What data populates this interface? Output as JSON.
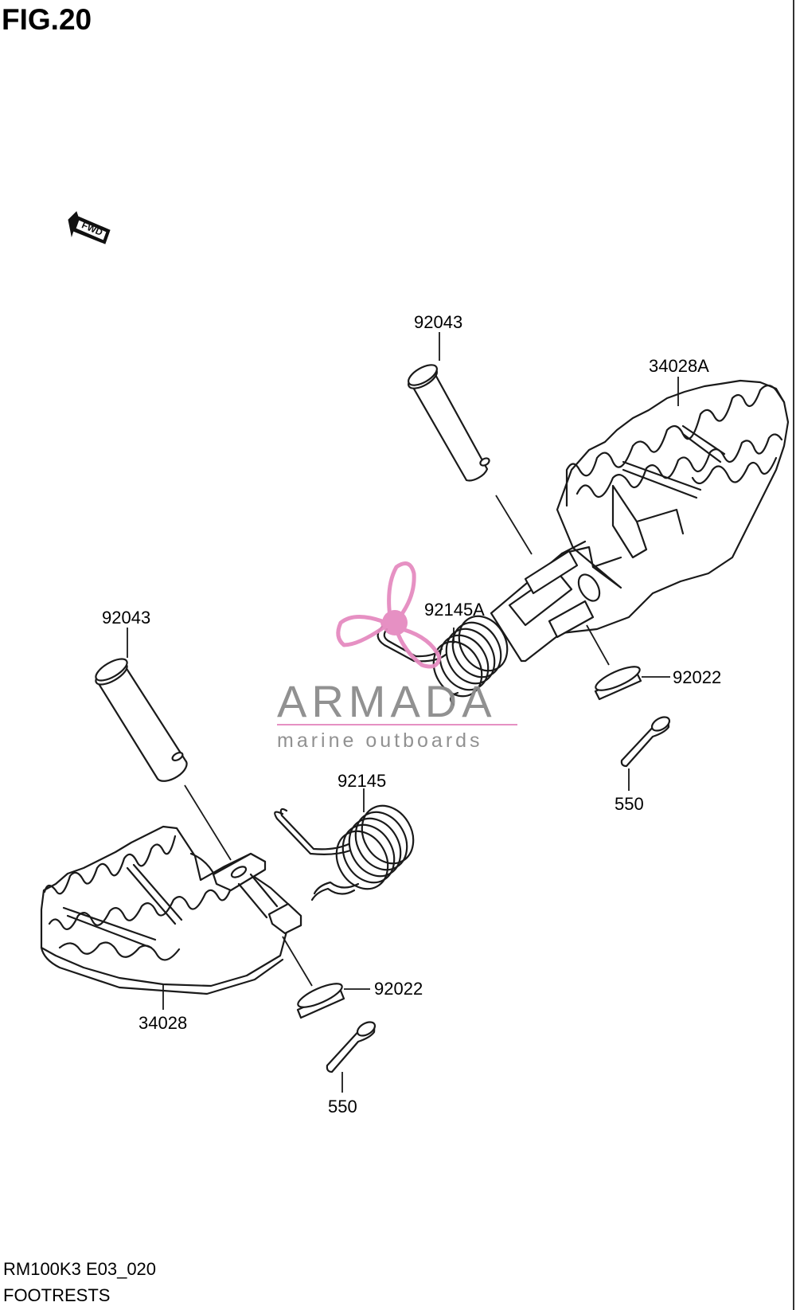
{
  "figure": {
    "title": "FIG.20",
    "fwd_arrow_label": "FWD"
  },
  "callouts": {
    "pin_right": "92043",
    "footrest_right": "34028A",
    "spring_right": "92145A",
    "washer_right": "92022",
    "cotter_right": "550",
    "pin_left": "92043",
    "spring_left": "92145",
    "footrest_left": "34028",
    "washer_left": "92022",
    "cotter_left": "550"
  },
  "footer": {
    "model_code": "RM100K3 E03_020",
    "section_name": "FOOTRESTS"
  },
  "watermark": {
    "brand": "ARMADA",
    "tagline": "marine outboards",
    "logo_icon": "propeller-icon",
    "logo_color": "#e58bc0",
    "text_color": "#8c8c8c"
  }
}
